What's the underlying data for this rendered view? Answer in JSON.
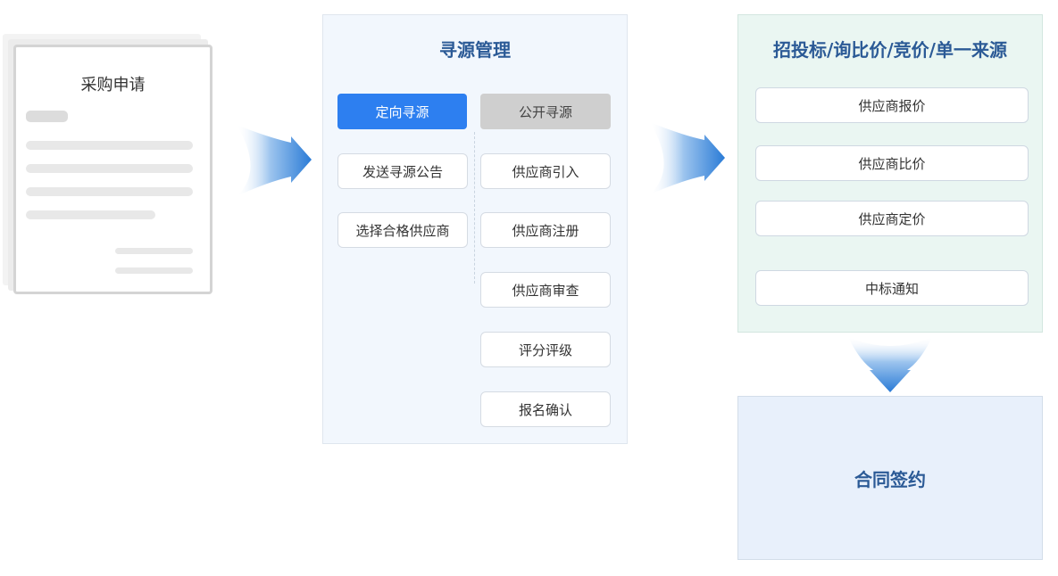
{
  "request": {
    "title": "采购申请"
  },
  "sourcing": {
    "title": "寻源管理",
    "directed_label": "定向寻源",
    "public_label": "公开寻源",
    "directed_steps": [
      "发送寻源公告",
      "选择合格供应商"
    ],
    "public_steps": [
      "供应商引入",
      "供应商注册",
      "供应商审查",
      "评分评级",
      "报名确认"
    ]
  },
  "bidding": {
    "title": "招投标/询比价/竞价/单一来源",
    "steps": [
      "供应商报价",
      "供应商比价",
      "供应商定价",
      "中标通知"
    ]
  },
  "contract": {
    "title": "合同签约"
  },
  "colors": {
    "primary_blue": "#2d7ff0",
    "arrow_blue": "#2a7bd6",
    "title_blue": "#2b5a96",
    "tag_gray": "#cfcfcf",
    "sourcing_bg": "#f2f7fd",
    "bidding_bg": "#eaf6f2",
    "contract_bg": "#e8f0fb"
  }
}
